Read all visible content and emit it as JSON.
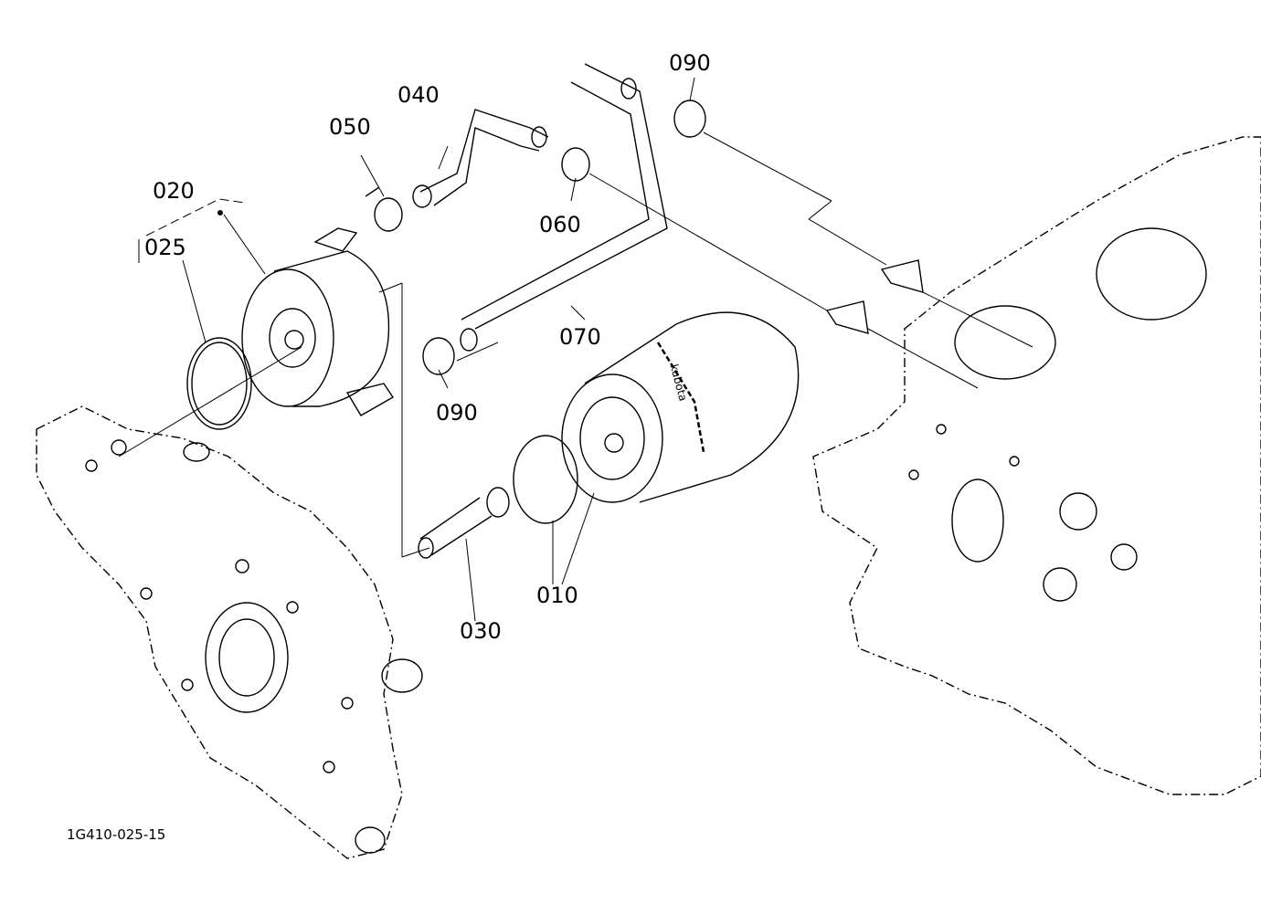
{
  "diagram": {
    "drawing_code": "1G410-025-15",
    "labels": [
      {
        "id": "010",
        "text": "010"
      },
      {
        "id": "020",
        "text": "020"
      },
      {
        "id": "025",
        "text": "025"
      },
      {
        "id": "030",
        "text": "030"
      },
      {
        "id": "040",
        "text": "040"
      },
      {
        "id": "050",
        "text": "050"
      },
      {
        "id": "060",
        "text": "060"
      },
      {
        "id": "070",
        "text": "070"
      },
      {
        "id": "090a",
        "text": "090"
      },
      {
        "id": "090b",
        "text": "090"
      }
    ],
    "filter_brand": "kubota"
  }
}
